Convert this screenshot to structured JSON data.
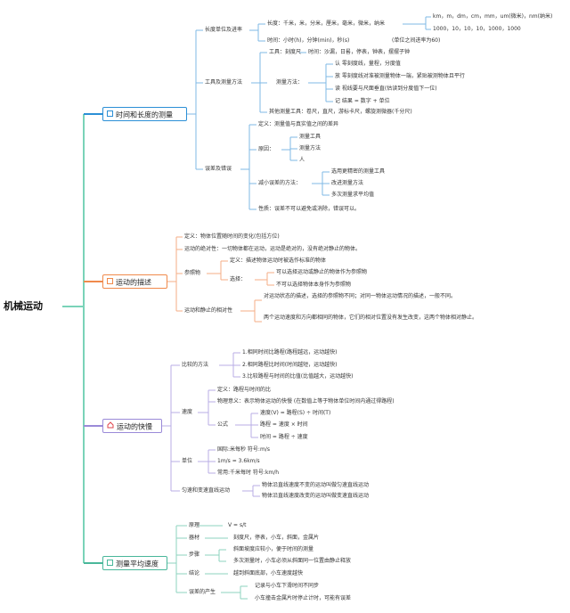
{
  "colors": {
    "blue": "#2b8fd6",
    "orange": "#f08a4b",
    "purple": "#9a8ad8",
    "green": "#49b79a",
    "root_line": "#7ad3b8"
  },
  "root": "机械运动",
  "b1": {
    "title": "时间和长度的测量",
    "len": {
      "label": "长度单位及进率",
      "units": "长度：千米，米，分米，厘米，毫米，微米，纳米",
      "symbols": "km，m，dm，cm，mm，um(微米)，nm(纳米)",
      "ratios": "1000，10，10，10，1000，1000",
      "time": "时间：小时(h)，分钟(min)，秒(s)",
      "time_note": "(单位之间进率为60)"
    },
    "tools": {
      "label": "工具及测量方法",
      "tool": "工具：刻度尺",
      "time_tool": "时间：沙漏，日晷，停表，钟表，摆摆子钟",
      "method": "测量方法：",
      "m1": "认 零刻度线，量程，分度值",
      "m2": "放 零刻度线对准被测量物体一端，紧贴被测物体且平行",
      "m3": "读 视线要与尺面垂直(估读到分度值下一位)",
      "m4": "记 结果 = 数字 + 单位",
      "other": "其他测量工具：卷尺，直尺，游标卡尺，螺旋测微器(千分尺)"
    },
    "err": {
      "label": "误差及错误",
      "def": "定义：测量值与真实值之间的差异",
      "cause": "原因：",
      "c1": "测量工具",
      "c2": "测量方法",
      "c3": "人",
      "reduce": "减小误差的方法：",
      "r1": "选用更精密的测量工具",
      "r2": "改进测量方法",
      "r3": "多次测量求平均值",
      "nature": "性质：误差不可以避免或消除，错误可以。"
    }
  },
  "b2": {
    "title": "运动的描述",
    "def": "定义：物体位置随时间的变化(包括方位)",
    "abs": "运动的绝对性：一切物体都在运动，运动是绝对的，没有绝对静止的物体。",
    "ref": "参照物",
    "ref_def": "定义：描述物体运动时被选作标准的物体",
    "choose": "选择：",
    "ch1": "可以选择运动或静止的物体作为参照物",
    "ch2": "不可以选择物体本身作为参照物",
    "rel": "运动和静止的相对性",
    "rel1": "对运动状态的描述，选择的参照物不同；对同一物体运动情况的描述，一般不同。",
    "rel2": "两个运动速度和方向都相同的物体，它们的相对位置没有发生改变，这两个物体相对静止。"
  },
  "b3": {
    "title": "运动的快慢",
    "cmp": "比较的方法",
    "cmp1": "1.相同时间比路程(路程越远，运动越快)",
    "cmp2": "2.相同路程比时间(时间越短，运动越快)",
    "cmp3": "3.比较路程与时间的比值(比值越大，运动越快)",
    "speed": "速度",
    "sdef": "定义：路程与时间的比",
    "smean": "物理意义：表示物体运动的快慢 (在数值上等于物体单位时间内通过得路程)",
    "formula": "公式",
    "f1": "速度(V) = 路程(S) ÷ 时间(T)",
    "f2": "路程 = 速度 × 时间",
    "f3": "时间 = 路程 ÷ 速度",
    "unit": "单位",
    "u1": "国际:米每秒 符号:m/s",
    "u2": "1m/s = 3.6km/s",
    "u3": "常用:千米每时 符号:km/h",
    "uni": "匀速和变速直线运动",
    "uni1": "物体沿直线速度不变的运动叫做匀速直线运动",
    "uni2": "物体沿直线速度改变的运动叫做变速直线运动"
  },
  "b4": {
    "title": "测量平均速度",
    "p1": "原理",
    "p1v": "V = s/t",
    "p2": "器材",
    "p2v": "刻度尺，停表，小车，斜面，金属片",
    "p3": "步骤",
    "p3a": "斜面坡度应较小，便于时间的测量",
    "p3b": "多次测量时，小车必须从斜面同一位置由静止释放",
    "p4": "结论",
    "p4v": "越到斜面底部，小车速度越快",
    "p5": "误差的产生",
    "p5a": "记录与小车下滑时间不同步",
    "p5b": "小车撞击金属片时停止计时，可能有误差"
  }
}
